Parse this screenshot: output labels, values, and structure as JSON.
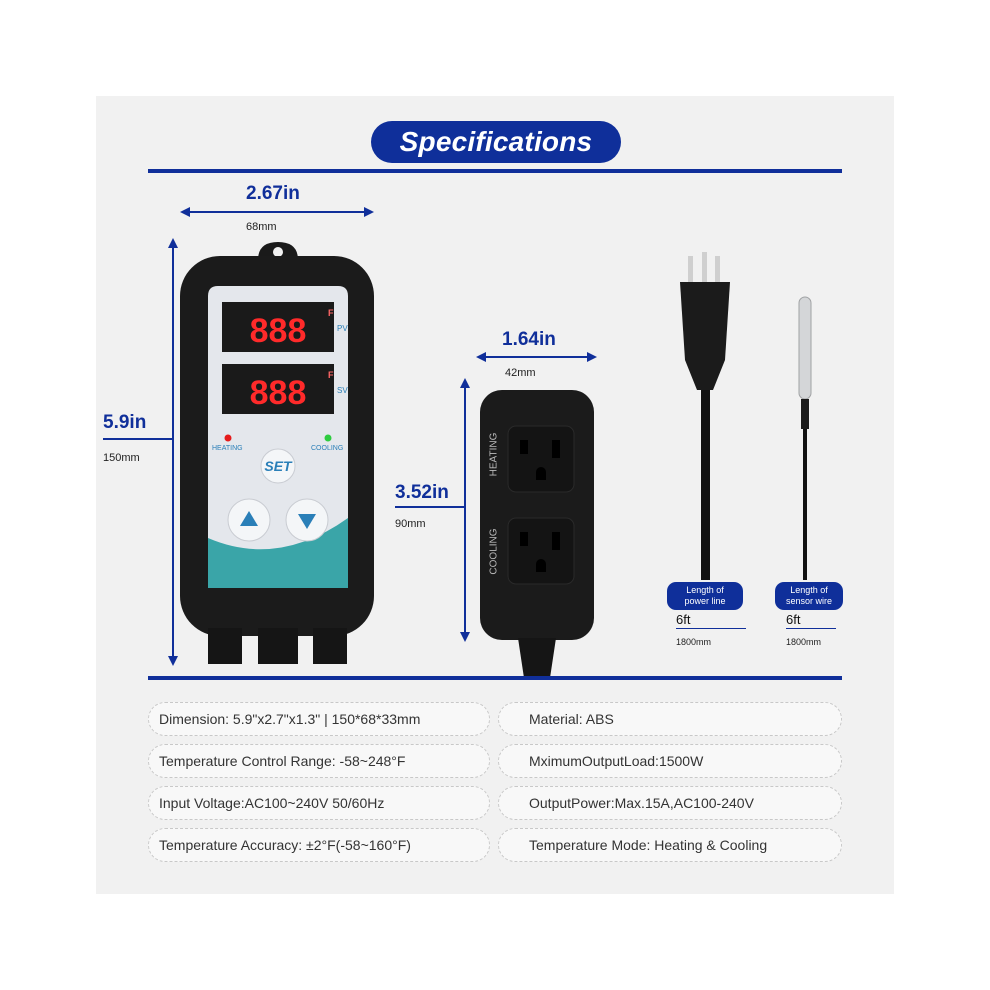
{
  "title": "Specifications",
  "controller": {
    "width_in": "2.67in",
    "width_mm": "68mm",
    "height_in": "5.9in",
    "height_mm": "150mm",
    "pv_label": "PV",
    "sv_label": "SV",
    "heating_label": "HEATING",
    "cooling_label": "COOLING",
    "set_label": "SET"
  },
  "outlet": {
    "width_in": "1.64in",
    "width_mm": "42mm",
    "height_in": "3.52in",
    "height_mm": "90mm",
    "heating_label": "HEATING",
    "cooling_label": "COOLING"
  },
  "power_line": {
    "label_line1": "Length of",
    "label_line2": "power line",
    "length_ft": "6ft",
    "length_mm": "1800mm"
  },
  "sensor_wire": {
    "label_line1": "Length of",
    "label_line2": "sensor wire",
    "length_ft": "6ft",
    "length_mm": "1800mm"
  },
  "specs": {
    "left": [
      "Dimension: 5.9\"x2.7\"x1.3\" | 150*68*33mm",
      "Temperature Control Range: -58~248°F",
      "Input Voltage:AC100~240V 50/60Hz",
      "Temperature Accuracy: ±2°F(-58~160°F)"
    ],
    "right": [
      "Material: ABS",
      "MximumOutputLoad:1500W",
      "OutputPower:Max.15A,AC100-240V",
      "Temperature Mode: Heating & Cooling"
    ]
  },
  "colors": {
    "brand_blue": "#0f2f9a",
    "teal": "#3aa5a8",
    "led_red": "#ff2a2a",
    "panel_bg": "#f1f1f1"
  }
}
